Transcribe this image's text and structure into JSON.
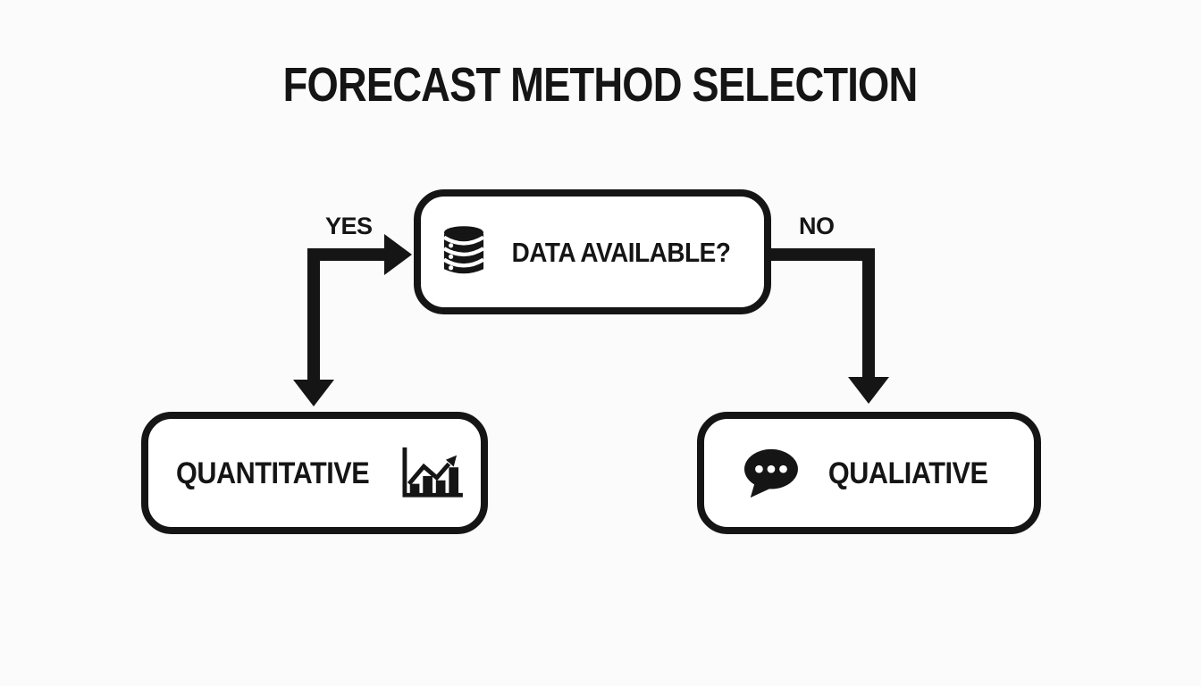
{
  "title": "FORECAST METHOD SELECTION",
  "decision_box": {
    "label": "DATA AVAILABLE?",
    "icon": "database-icon"
  },
  "branches": {
    "yes": {
      "label": "YES"
    },
    "no": {
      "label": "NO"
    }
  },
  "outcomes": {
    "quantitative": {
      "label": "QUANTITATIVE",
      "icon": "bar-chart-icon"
    },
    "qualitative": {
      "label": "QUALIATIVE",
      "icon": "speech-bubble-icon"
    }
  },
  "colors": {
    "ink": "#151515",
    "box_fill": "#ffffff",
    "background": "#fbfbfb"
  }
}
